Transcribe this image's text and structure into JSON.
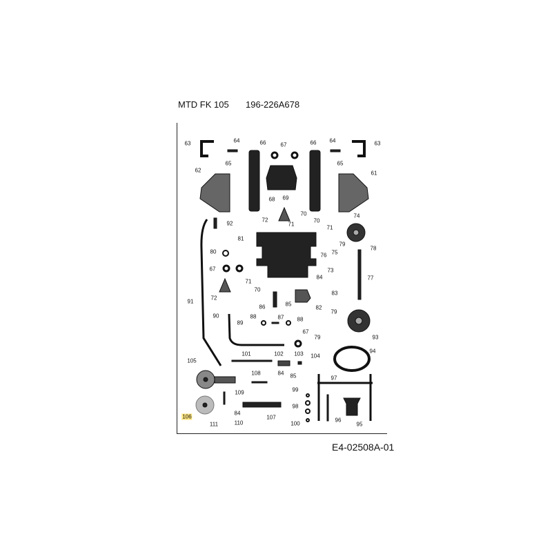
{
  "header": {
    "model": "MTD FK 105",
    "part_number": "196-226A678"
  },
  "footer": {
    "diagram_id": "E4-02508A-01"
  },
  "highlight_color": "#ffe680",
  "highlighted_label": "106",
  "labels": [
    "63",
    "64",
    "65",
    "66",
    "67",
    "66",
    "64",
    "65",
    "63",
    "62",
    "61",
    "68",
    "69",
    "70",
    "72",
    "71",
    "70",
    "71",
    "74",
    "92",
    "81",
    "80",
    "76",
    "75",
    "79",
    "78",
    "67",
    "73",
    "77",
    "84",
    "83",
    "71",
    "70",
    "72",
    "91",
    "86",
    "85",
    "82",
    "79",
    "90",
    "89",
    "88",
    "87",
    "88",
    "93",
    "67",
    "79",
    "101",
    "102",
    "103",
    "104",
    "94",
    "105",
    "108",
    "84",
    "85",
    "97",
    "109",
    "99",
    "98",
    "106",
    "84",
    "110",
    "111",
    "107",
    "100",
    "96",
    "95"
  ]
}
